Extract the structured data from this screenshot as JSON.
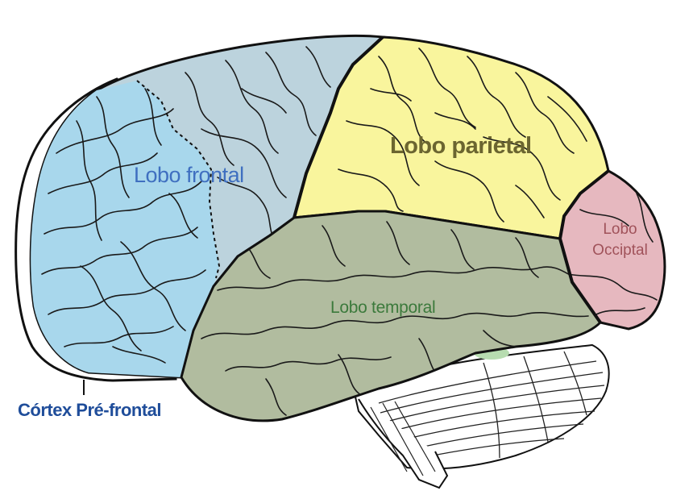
{
  "labels": {
    "frontal": "Lobo frontal",
    "parietal": "Lobo parietal",
    "occipital_line1": "Lobo",
    "occipital_line2": "Occiptal",
    "temporal": "Lobo temporal",
    "prefrontal": "Córtex Pré-frontal"
  },
  "colors": {
    "prefrontal": "#a8d7ec",
    "frontal": "#bcd3dd",
    "parietal": "#f9f59d",
    "occipital": "#e6b8bf",
    "temporal": "#b1bc9f",
    "cerebellum": "#ffffff",
    "outline": "#111111"
  }
}
